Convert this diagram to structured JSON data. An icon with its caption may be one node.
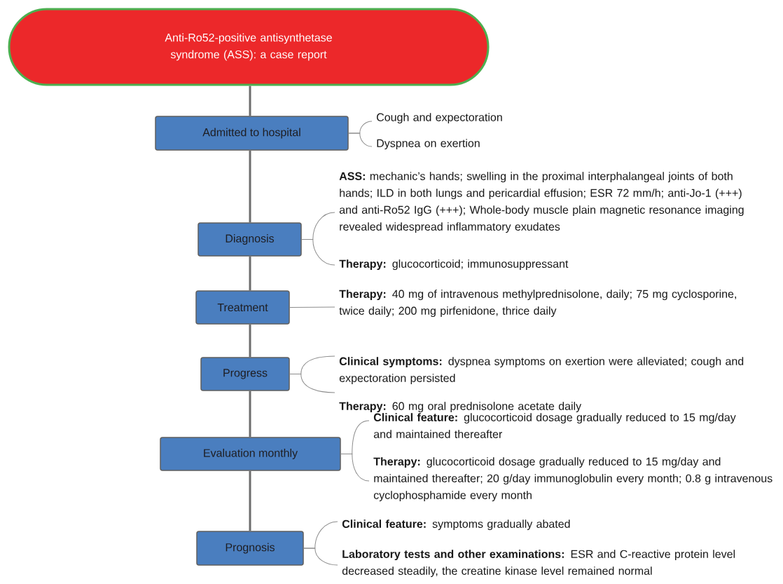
{
  "diagram": {
    "nodes": [
      {
        "text": [
          "Anti-Ro52-positive antisynthetase syndrome (ASS): a case report"
        ]
      },
      {
        "text": [
          "Admitted to hospital"
        ]
      },
      {
        "text": [
          "Diagnosis"
        ]
      },
      {
        "text": [
          "Treatment"
        ]
      },
      {
        "text": [
          "Progress"
        ]
      },
      {
        "text": [
          "Evaluation monthly"
        ]
      },
      {
        "text": [
          "Prognosis"
        ]
      },
      {
        "text": [
          "Cough and expectoration"
        ]
      },
      {
        "text": [
          "Dyspnea on exertion"
        ]
      },
      {
        "text": [
          "**ASS:** mechanic’s hands; swelling in the proximal interphalangeal joints of both hands; ILD in both lungs and pericardial effusion; ESR 72 mm/h; anti-Jo-1 (+++) and anti-Ro52 IgG (+++); Whole-body muscle plain magnetic resonance imaging revealed widespread inflammatory exudates"
        ]
      },
      {
        "text": [
          "**Therapy:** glucocorticoid; immunosuppressant"
        ]
      },
      {
        "text": [
          "**Therapy:** 40 mg of intravenous methylprednisolone, daily; 75 mg cyclosporine, twice daily; 200 mg pirfenidone, thrice daily"
        ]
      },
      {
        "text": [
          "**Clinical symptoms:** dyspnea symptoms on exertion were alleviated; cough and expectoration persisted"
        ]
      },
      {
        "text": [
          "**Therapy:** 60 mg oral prednisolone acetate daily"
        ]
      },
      {
        "text": [
          "**Clinical feature:** glucocorticoid dosage gradually reduced to 15 mg/day and maintained thereafter"
        ]
      },
      {
        "text": [
          "**Therapy:** glucocorticoid dosage gradually reduced to 15 mg/day and maintained thereafter; 20 g/day immunoglobulin every month; 0.8 g intravenous cyclophosphamide every month"
        ]
      },
      {
        "text": [
          "**Clinical feature:** symptoms gradually abated"
        ]
      },
      {
        "text": [
          "**Laboratory tests and other examinations:** ESR and C-reactive protein level decreased steadily, the creatine kinase level remained normal"
        ]
      }
    ],
    "edges": [
      {
        "from": 0,
        "to": 1,
        "arrow": "none",
        "style": "thick",
        "color": "#6d6d6d"
      },
      {
        "from": 1,
        "to": 2,
        "arrow": "none",
        "style": "thick",
        "color": "#6d6d6d"
      },
      {
        "from": 2,
        "to": 3,
        "arrow": "none",
        "style": "thick",
        "color": "#6d6d6d"
      },
      {
        "from": 3,
        "to": 4,
        "arrow": "none",
        "style": "thick",
        "color": "#6d6d6d"
      },
      {
        "from": 4,
        "to": 5,
        "arrow": "none",
        "style": "thick",
        "color": "#6d6d6d"
      },
      {
        "from": 5,
        "to": 6,
        "arrow": "none",
        "style": "thick",
        "color": "#6d6d6d"
      },
      {
        "from": 1,
        "to": 7,
        "arrow": "none"
      },
      {
        "from": 1,
        "to": 8,
        "arrow": "none"
      },
      {
        "from": 2,
        "to": 9,
        "arrow": "none"
      },
      {
        "from": 2,
        "to": 10,
        "arrow": "none"
      },
      {
        "from": 3,
        "to": 11,
        "arrow": "none"
      },
      {
        "from": 4,
        "to": 12,
        "arrow": "none"
      },
      {
        "from": 4,
        "to": 13,
        "arrow": "none"
      },
      {
        "from": 5,
        "to": 14,
        "arrow": "none"
      },
      {
        "from": 5,
        "to": 15,
        "arrow": "none"
      },
      {
        "from": 6,
        "to": 16,
        "arrow": "none"
      },
      {
        "from": 6,
        "to": 17,
        "arrow": "none"
      }
    ]
  }
}
